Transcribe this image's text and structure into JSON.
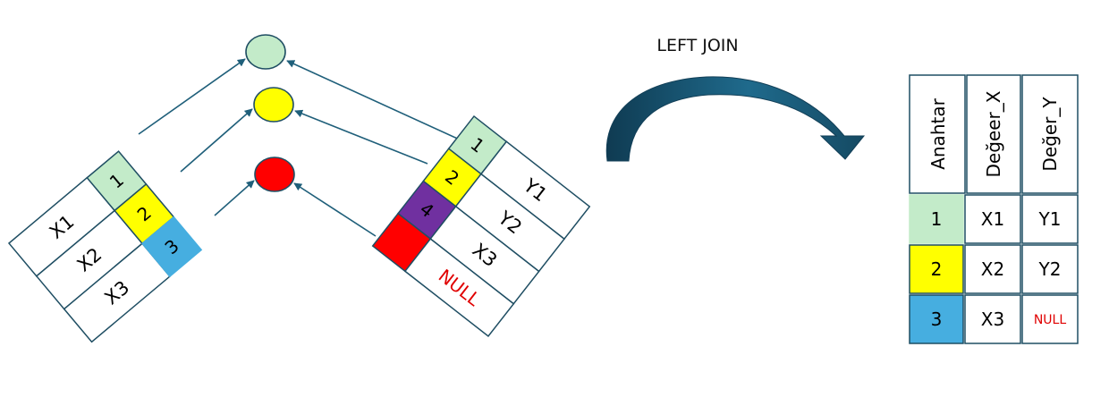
{
  "join_label": "LEFT JOIN",
  "colors": {
    "green": "#c3ebc9",
    "yellow": "#ffff00",
    "blue": "#46aee0",
    "red": "#ff0000",
    "purple": "#7030a0",
    "arrow": "#1f5f7a",
    "curved_arrow": "#1b5672",
    "border": "#1f4e63",
    "null_text": "#e00000"
  },
  "left_table": {
    "keys": [
      "1",
      "2",
      "3"
    ],
    "values": [
      "X1",
      "X2",
      "X3"
    ]
  },
  "right_table": {
    "keys": [
      "1",
      "2",
      "4",
      ""
    ],
    "values": [
      "Y1",
      "Y2",
      "X3",
      "NULL"
    ]
  },
  "result_table": {
    "headers": [
      "Anahtar",
      "Değeer_X",
      "Değer_Y"
    ],
    "rows": [
      {
        "key": "1",
        "x": "X1",
        "y": "Y1"
      },
      {
        "key": "2",
        "x": "X2",
        "y": "Y2"
      },
      {
        "key": "3",
        "x": "X3",
        "y": "NULL"
      }
    ]
  }
}
